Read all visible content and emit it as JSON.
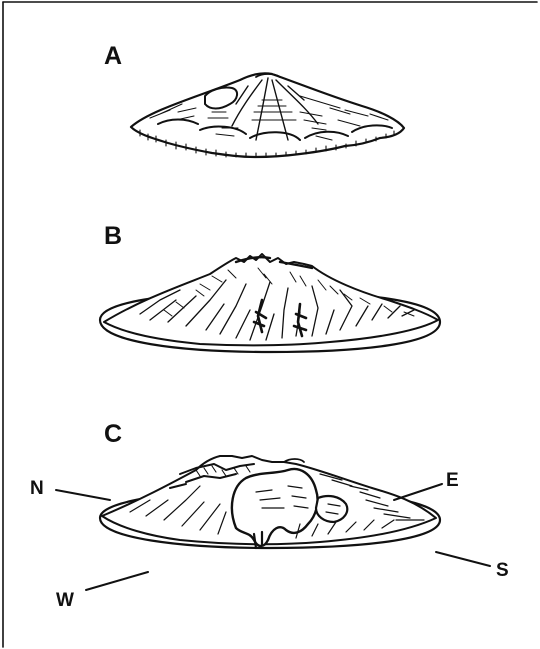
{
  "panels": [
    {
      "id": "A",
      "label": "A"
    },
    {
      "id": "B",
      "label": "B"
    },
    {
      "id": "C",
      "label": "C"
    }
  ],
  "directions": {
    "north": "N",
    "east": "E",
    "south": "S",
    "west": "W"
  },
  "colors": {
    "ink": "#111111",
    "paper": "#ffffff"
  }
}
